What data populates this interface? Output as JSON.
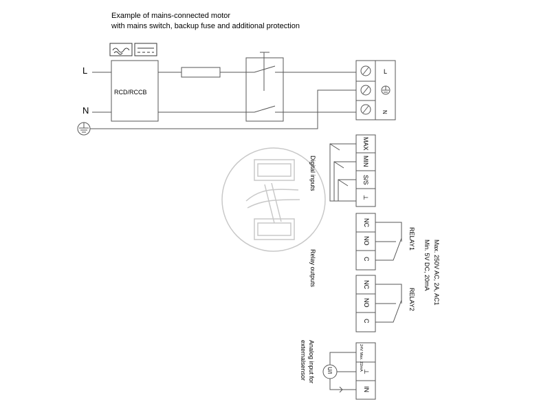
{
  "title": {
    "line1": "Example of mains-connected motor",
    "line2": "with mains switch, backup fuse and additional protection"
  },
  "supply": {
    "l": "L",
    "n": "N"
  },
  "rcd": {
    "label": "RCD/RCCB"
  },
  "mains_terminal": {
    "l": "L",
    "n": "N"
  },
  "digital_inputs": {
    "label": "Digital inputs",
    "terminals": [
      "MAX",
      "MIN",
      "S/S",
      "⊥"
    ]
  },
  "relay_outputs": {
    "label": "Relay outputs",
    "relay1": {
      "label": "RELAY1",
      "terminals": [
        "NC",
        "NO",
        "C"
      ]
    },
    "relay2": {
      "label": "RELAY2",
      "terminals": [
        "NC",
        "NO",
        "C"
      ]
    },
    "rating1": "Max. 250V AC, 2A, AC1",
    "rating2": "Min. 5V DC, 20mA"
  },
  "analog_input": {
    "label1": "Analog input for",
    "label2": "externalsensor",
    "sensor": "U/I",
    "terminals": [
      "24V Max. 22mA",
      "⊥",
      "IN"
    ]
  },
  "icons": [
    "ac-ground-fault-icon",
    "dc-ground-fault-icon",
    "earth-ground-icon",
    "watermark-logo-icon"
  ]
}
